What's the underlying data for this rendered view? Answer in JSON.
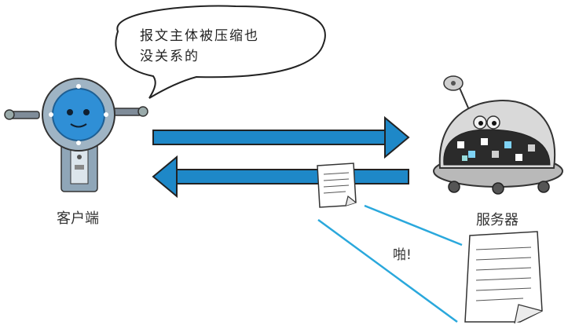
{
  "speech_bubble": {
    "text": "报文主体被压缩也\n没关系的"
  },
  "client": {
    "label": "客户端"
  },
  "server": {
    "label": "服务器"
  },
  "exclamation": {
    "text": "啪!"
  },
  "colors": {
    "arrow": "#1E88C8",
    "line": "#2AA8DC",
    "robot_body": "#8FA6B8",
    "robot_face": "#2F8FD6",
    "server_shell": "#D9D9D9",
    "server_screen": "#2B2B2B"
  }
}
